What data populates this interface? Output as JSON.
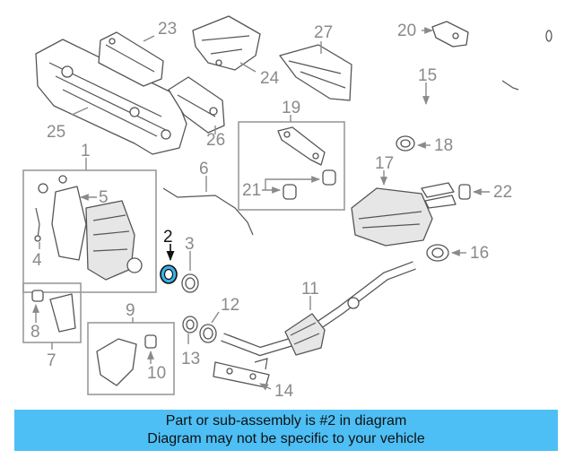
{
  "diagram": {
    "callouts": [
      "1",
      "2",
      "3",
      "4",
      "5",
      "6",
      "7",
      "8",
      "9",
      "10",
      "11",
      "12",
      "13",
      "14",
      "15",
      "16",
      "17",
      "18",
      "19",
      "20",
      "21",
      "22",
      "23",
      "24",
      "25",
      "26",
      "27"
    ],
    "highlight_callout": "2",
    "highlight_color": "#3bb3e6"
  },
  "footer": {
    "line1": "Part or sub-assembly is #2 in diagram",
    "line2": "Diagram may not be specific to your vehicle",
    "background": "#4dbff5"
  }
}
